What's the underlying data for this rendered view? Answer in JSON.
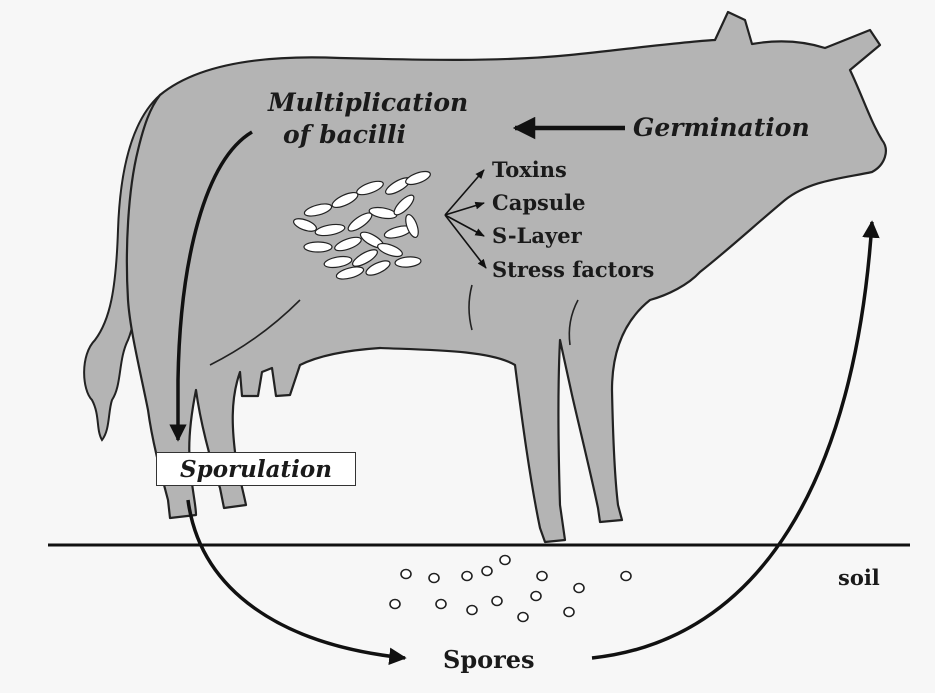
{
  "labels": {
    "multiplication_line1": "Multiplication",
    "multiplication_line2": "of bacilli",
    "germination": "Germination",
    "toxins": "Toxins",
    "capsule": "Capsule",
    "s_layer": "S-Layer",
    "stress_factors": "Stress factors",
    "sporulation": "Sporulation",
    "spores": "Spores",
    "soil": "soil"
  },
  "colors": {
    "cow_fill": "#b4b4b4",
    "outline": "#222222",
    "background": "#f7f7f7"
  }
}
